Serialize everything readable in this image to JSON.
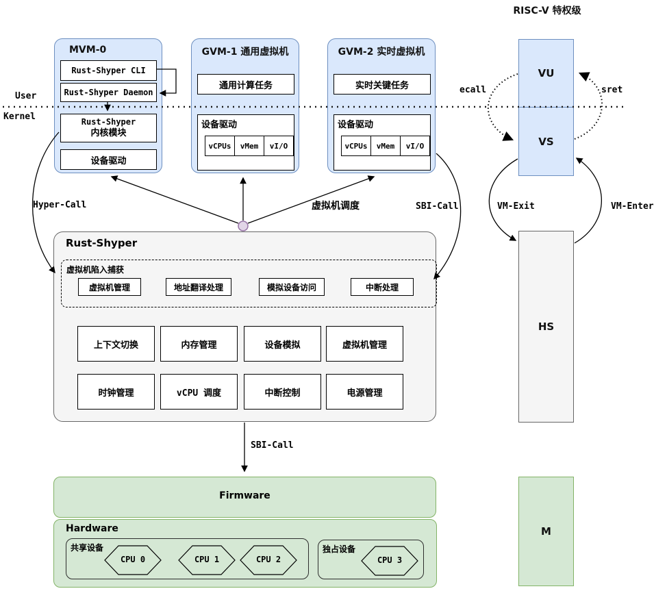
{
  "page": {
    "title": "RISC-V 特权级"
  },
  "boundary": {
    "user": "User",
    "kernel": "Kernel"
  },
  "mvm0": {
    "title": "MVM-0",
    "cli": "Rust-Shyper CLI",
    "daemon": "Rust-Shyper Daemon",
    "kmod_line1": "Rust-Shyper",
    "kmod_line2": "内核模块",
    "driver": "设备驱动"
  },
  "gvm1": {
    "title": "GVM-1 通用虚拟机",
    "task": "通用计算任务",
    "driver_label": "设备驱动",
    "cells": [
      "vCPUs",
      "vMem",
      "vI/O"
    ]
  },
  "gvm2": {
    "title": "GVM-2 实时虚拟机",
    "task": "实时关键任务",
    "driver_label": "设备驱动",
    "cells": [
      "vCPUs",
      "vMem",
      "vI/O"
    ]
  },
  "privilege": {
    "vu": "VU",
    "vs": "VS",
    "hs": "HS",
    "m": "M"
  },
  "edges": {
    "ecall": "ecall",
    "sret": "sret",
    "vm_exit": "VM-Exit",
    "vm_enter": "VM-Enter",
    "hyper_call": "Hyper-Call",
    "vm_schedule": "虚拟机调度",
    "sbi_call_right": "SBI-Call",
    "sbi_call_down": "SBI-Call"
  },
  "hypervisor": {
    "title": "Rust-Shyper",
    "trap": {
      "label": "虚拟机陷入捕获",
      "items": [
        "虚拟机管理",
        "地址翻译处理",
        "模拟设备访问",
        "中断处理"
      ]
    },
    "modules_row1": [
      "上下文切换",
      "内存管理",
      "设备模拟",
      "虚拟机管理"
    ],
    "modules_row2": [
      "时钟管理",
      "vCPU 调度",
      "中断控制",
      "电源管理"
    ]
  },
  "firmware": {
    "title": "Firmware"
  },
  "hardware": {
    "title": "Hardware",
    "shared": {
      "label": "共享设备",
      "cpus": [
        "CPU 0",
        "CPU 1",
        "CPU 2"
      ]
    },
    "exclusive": {
      "label": "独占设备",
      "cpus": [
        "CPU 3"
      ]
    }
  },
  "colors": {
    "blue_fill": "#dae8fc",
    "blue_border": "#6c8ebf",
    "green_fill": "#d5e8d4",
    "green_border": "#82b366",
    "gray_fill": "#f5f5f5",
    "gray_border": "#666666",
    "purple_fill": "#e1d5e7",
    "purple_border": "#9673a6"
  }
}
